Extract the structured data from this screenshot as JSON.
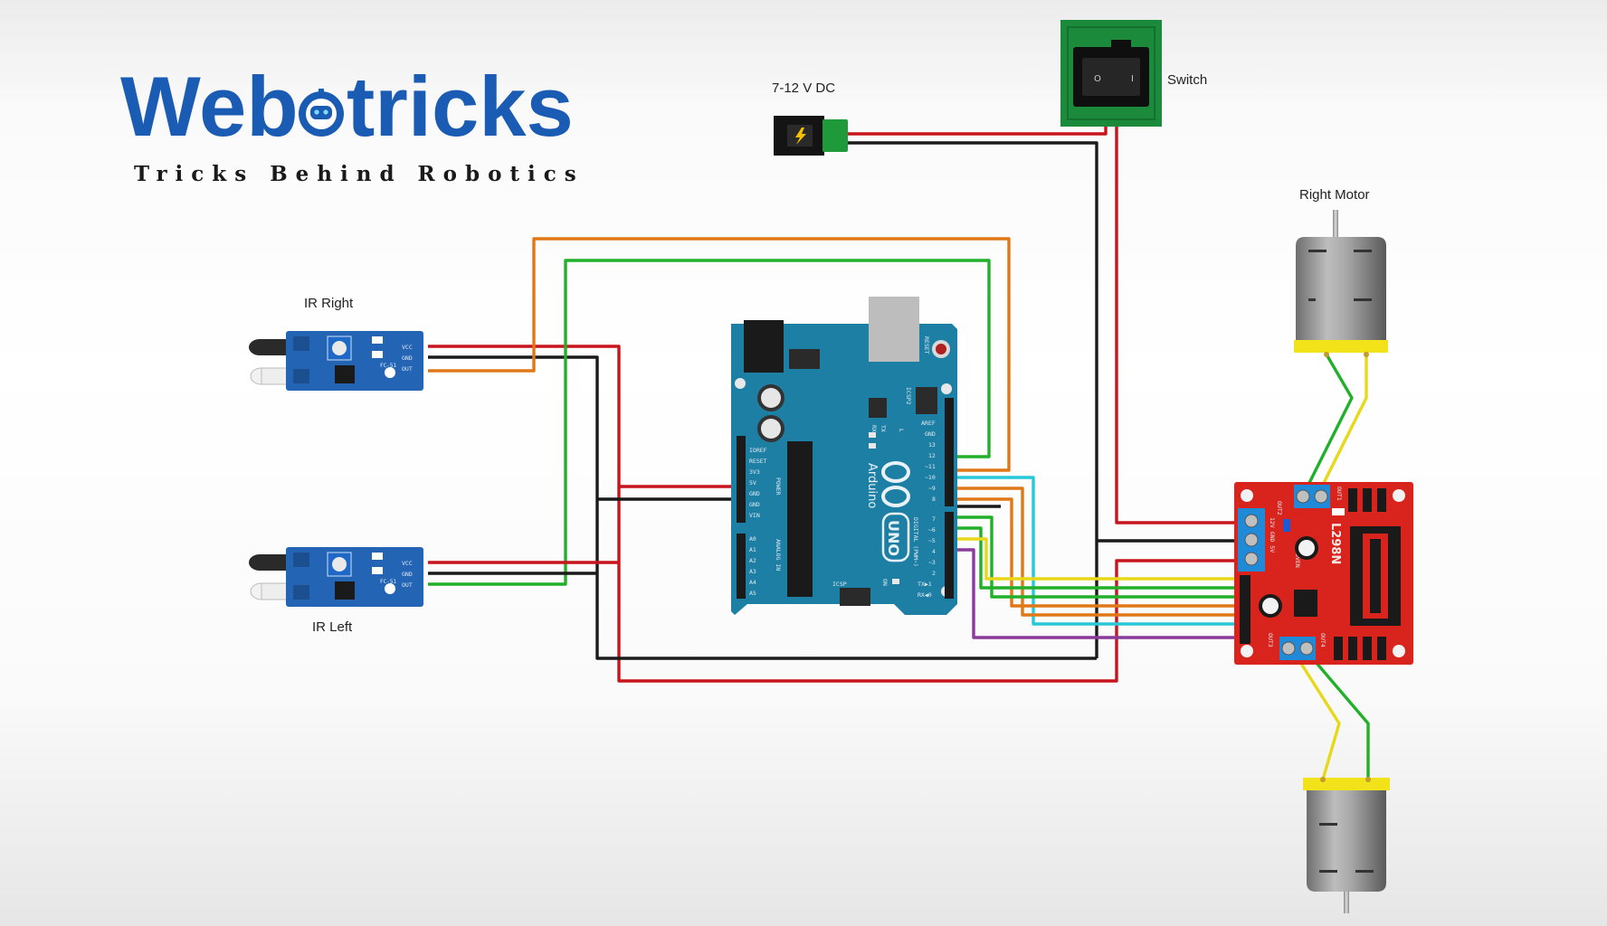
{
  "logo": {
    "word_left": "Web",
    "word_right": "tricks",
    "tagline": "Tricks Behind Robotics"
  },
  "labels": {
    "power": "7-12 V DC",
    "switch": "Switch",
    "right_motor": "Right Motor",
    "ir_right": "IR Right",
    "ir_left": "IR Left"
  },
  "arduino": {
    "brand": "Arduino",
    "model": "UNO",
    "icsp": "ICSP",
    "icsp2": "ICSP2",
    "reset": "RESET",
    "power_header": "POWER",
    "analog_header": "ANALOG IN",
    "digital_header": "DIGITAL (PWM~)",
    "power_pins": [
      "IOREF",
      "RESET",
      "3V3",
      "5V",
      "GND",
      "GND",
      "VIN"
    ],
    "analog_pins": [
      "A0",
      "A1",
      "A2",
      "A3",
      "A4",
      "A5"
    ],
    "digital_pins": [
      "AREF",
      "GND",
      "13",
      "12",
      "~11",
      "~10",
      "~9",
      "8",
      "7",
      "~6",
      "~5",
      "4",
      "~3",
      "2",
      "TX▶1",
      "RX◀0"
    ],
    "tx": "TX",
    "rx": "RX",
    "l": "L",
    "on": "ON"
  },
  "ir_module": {
    "pins": [
      "VCC",
      "GND",
      "OUT"
    ],
    "chip": "FC-51"
  },
  "driver": {
    "name": "L298N",
    "out1": "OUT1",
    "out2": "OUT2",
    "out3": "OUT3",
    "out4": "OUT4",
    "power_pins": "12V GND 5V",
    "en": "5VEN"
  },
  "switch_marks": {
    "off": "O",
    "on": "I"
  },
  "colors": {
    "wire_red": "#c8141c",
    "wire_black": "#1a1a1a",
    "wire_green": "#22b02a",
    "wire_orange": "#e07818",
    "wire_yellow": "#e8d81a",
    "wire_cyan": "#28c8d8",
    "wire_purple": "#8a3a9a",
    "arduino": "#1e7fa4",
    "ir_board": "#2464b4",
    "driver": "#d8241c",
    "switch_board": "#1b8a3a",
    "logo_blue": "#1a5bb4"
  }
}
